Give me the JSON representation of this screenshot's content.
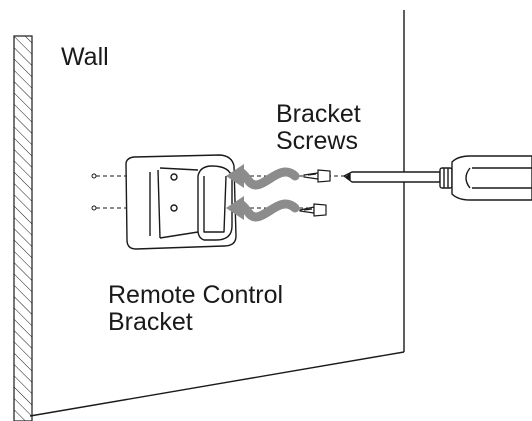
{
  "labels": {
    "wall": "Wall",
    "bracket_screws": [
      "Bracket",
      "Screws"
    ],
    "remote_control_bracket": [
      "Remote Control",
      "Bracket"
    ]
  },
  "colors": {
    "line": "#1a1a1a",
    "arrow": "#8c8c8c",
    "background": "#ffffff"
  },
  "icons": [
    "wall-hatching",
    "remote-control-bracket",
    "bracket-screw",
    "screwdriver",
    "curved-arrow"
  ]
}
